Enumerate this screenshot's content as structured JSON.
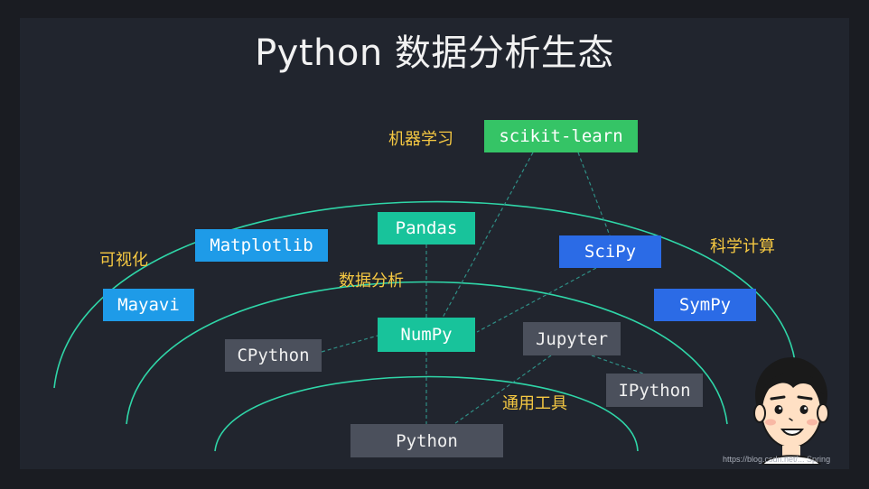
{
  "title": "Python 数据分析生态",
  "categories": {
    "ml": "机器学习",
    "viz": "可视化",
    "analysis": "数据分析",
    "science": "科学计算",
    "tools": "通用工具"
  },
  "nodes": {
    "sklearn": "scikit-learn",
    "matplotlib": "Matplotlib",
    "pandas": "Pandas",
    "scipy": "SciPy",
    "mayavi": "Mayavi",
    "sympy": "SymPy",
    "numpy": "NumPy",
    "cpython": "CPython",
    "jupyter": "Jupyter",
    "ipython": "IPython",
    "python": "Python"
  },
  "watermark": "https://blog.csdn.net/... Spring",
  "colors": {
    "background": "#21252e",
    "arc": "#2fd6a8",
    "label": "#f5c842",
    "green_box": "#35c466",
    "teal_box": "#18c39b",
    "blue_box": "#1e9be8",
    "dark_blue_box": "#2b6be6",
    "grey_box": "#4b505c"
  }
}
